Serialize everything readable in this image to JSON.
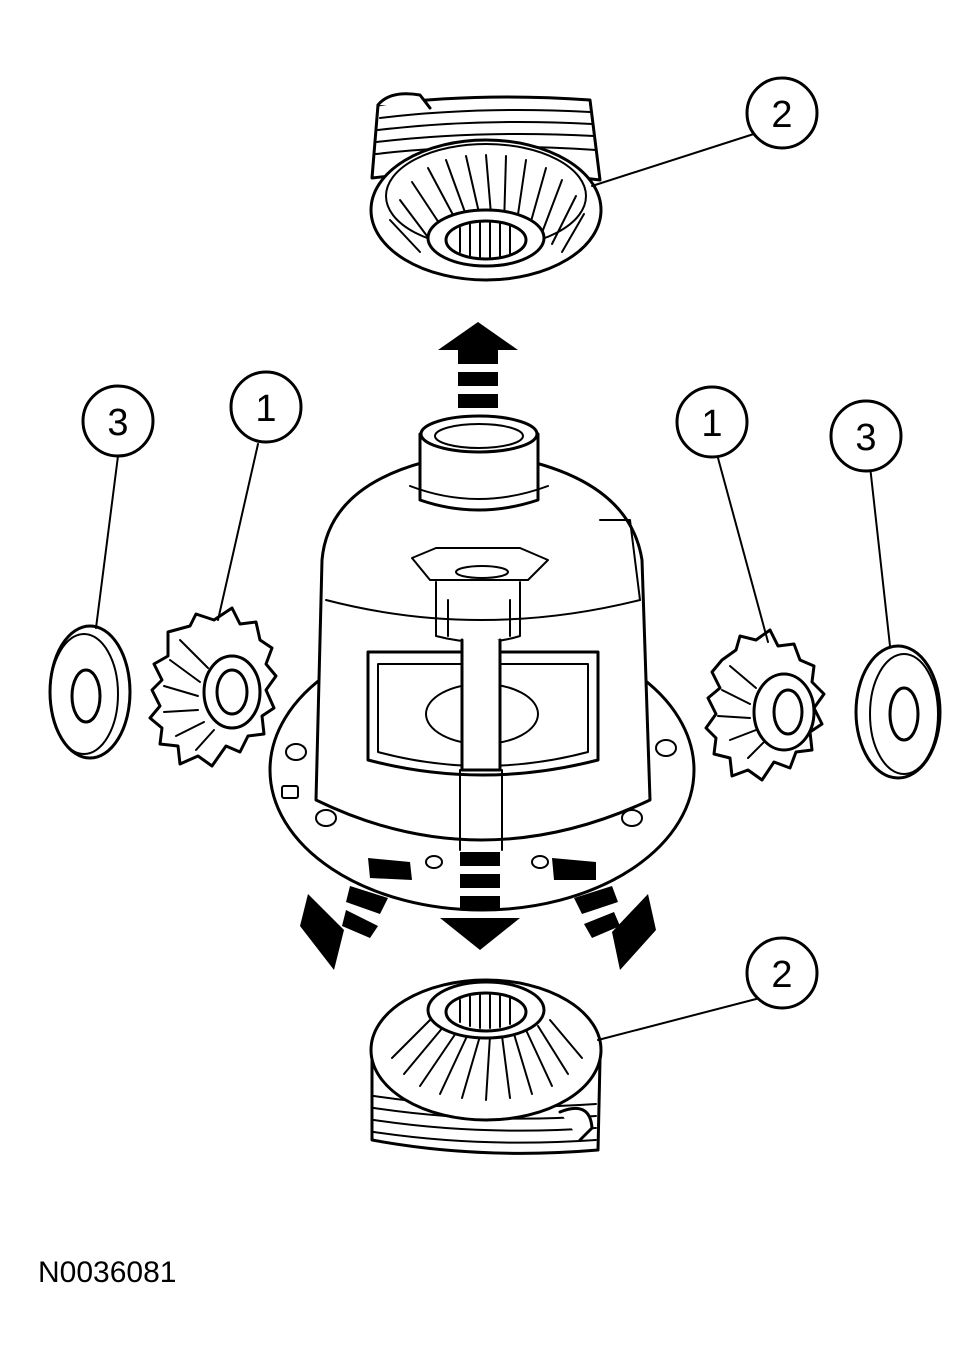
{
  "figure_id": "N0036081",
  "callouts": {
    "top_right": "2",
    "left_outer": "3",
    "left_inner": "1",
    "right_inner": "1",
    "right_outer": "3",
    "bottom_right": "2"
  },
  "colors": {
    "ink": "#000000",
    "background": "#ffffff"
  }
}
